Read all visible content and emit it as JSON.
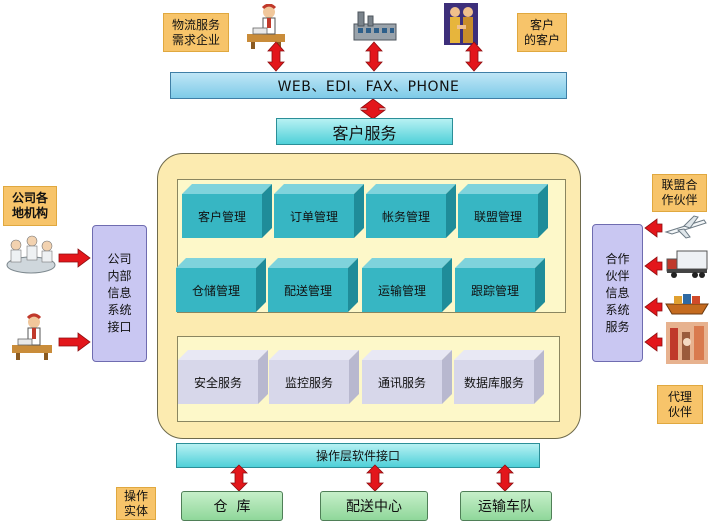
{
  "top_labels": {
    "logistics_demand": "物流服务\n需求企业",
    "customers_of_customer": "客户\n的客户"
  },
  "channel_bar": "WEB、EDI、FAX、PHONE",
  "customer_service": "客户服务",
  "left": {
    "branch_label": "公司各\n地机构",
    "internal_interface": "公司\n内部\n信息\n系统\n接口"
  },
  "right": {
    "alliance_label": "联盟合\n作伙伴",
    "partner_interface": "合作\n伙伴\n信息\n系统\n服务",
    "agent_label": "代理\n伙伴"
  },
  "modules_row1": [
    "客户管理",
    "订单管理",
    "帐务管理",
    "联盟管理"
  ],
  "modules_row2": [
    "仓储管理",
    "配送管理",
    "运输管理",
    "跟踪管理"
  ],
  "services_row": [
    "安全服务",
    "监控服务",
    "通讯服务",
    "数据库服务"
  ],
  "ops_interface": "操作层软件接口",
  "ops_entity_label": "操作\n实体",
  "bottom_boxes": [
    "仓  库",
    "配送中心",
    "运输车队"
  ],
  "colors": {
    "arrow_red": "#e3161b",
    "cube_teal": "#37b6c3",
    "service_lavender": "#d7d7ea",
    "main_frame": "#fcebb0"
  }
}
